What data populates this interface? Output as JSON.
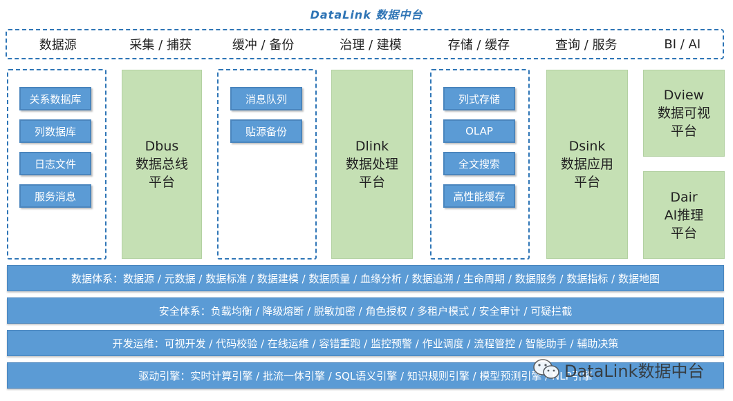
{
  "title": "DataLink 数据中台",
  "header": [
    "数据源",
    "采集 / 捕获",
    "缓冲 / 备份",
    "治理 / 建模",
    "存储 / 缓存",
    "查询 / 服务",
    "BI / AI"
  ],
  "columns": {
    "sources": [
      "关系数据库",
      "列数据库",
      "日志文件",
      "服务消息"
    ],
    "dbus": [
      "Dbus",
      "数据总线",
      "平台"
    ],
    "buffer": [
      "消息队列",
      "贴源备份"
    ],
    "dlink": [
      "Dlink",
      "数据处理",
      "平台"
    ],
    "storage": [
      "列式存储",
      "OLAP",
      "全文搜索",
      "高性能缓存"
    ],
    "dsink": [
      "Dsink",
      "数据应用",
      "平台"
    ],
    "dview": [
      "Dview",
      "数据可视",
      "平台"
    ],
    "dair": [
      "Dair",
      "AI推理",
      "平台"
    ]
  },
  "bands": [
    "数据体系：数据源 / 元数据 / 数据标准 / 数据建模 / 数据质量 / 血缘分析 / 数据追溯 / 生命周期 / 数据服务 / 数据指标 / 数据地图",
    "安全体系：负载均衡 / 降级熔断 / 脱敏加密 / 角色授权 / 多租户模式 / 安全审计 / 可疑拦截",
    "开发运维：可视开发 / 代码校验 / 在线运维 / 容错重跑 / 监控预警 / 作业调度 / 流程管控 / 智能助手 / 辅助决策",
    "驱动引擎：实时计算引擎 / 批流一体引擎 / SQL语义引擎 / 知识规则引擎 / 模型预测引擎 / NLP引擎"
  ],
  "watermark": "DataLink数据中台",
  "colors": {
    "blue": "#5b9bd5",
    "green": "#c5e0b4",
    "dash": "#2e75b6"
  }
}
